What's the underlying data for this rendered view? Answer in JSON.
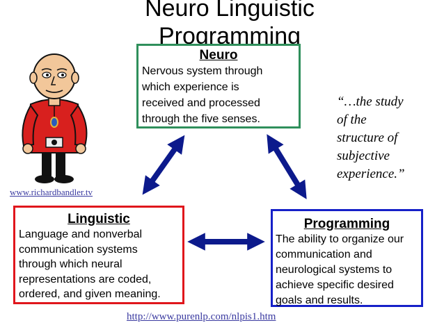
{
  "title": "Neuro Linguistic Programming",
  "boxes": {
    "neuro": {
      "title": "Neuro",
      "lines": [
        "Nervous system through",
        "which experience is",
        "received and processed",
        "through the five senses."
      ],
      "color": "#2f8f5b"
    },
    "linguistic": {
      "title": "Linguistic",
      "lines": [
        "Language and nonverbal",
        "communication systems",
        "through which neural",
        "representations are coded,",
        "ordered, and given meaning."
      ],
      "color": "#e0161c"
    },
    "programming": {
      "title": "Programming",
      "lines": [
        "The ability to organize our",
        "communication and",
        "neurological systems to",
        "achieve specific desired",
        "goals and results."
      ],
      "color": "#1620c8"
    }
  },
  "quote": {
    "lines": [
      "“…the study",
      "of the",
      "structure of",
      "subjective",
      "experience.”"
    ]
  },
  "links": {
    "richard": "www.richardbandler.tv",
    "purenlp": "http://www.purenlp.com/nlpis1.htm"
  },
  "arrow_color": "#0c1a8c",
  "figure_icon": "cartoon-man-red-shirt"
}
